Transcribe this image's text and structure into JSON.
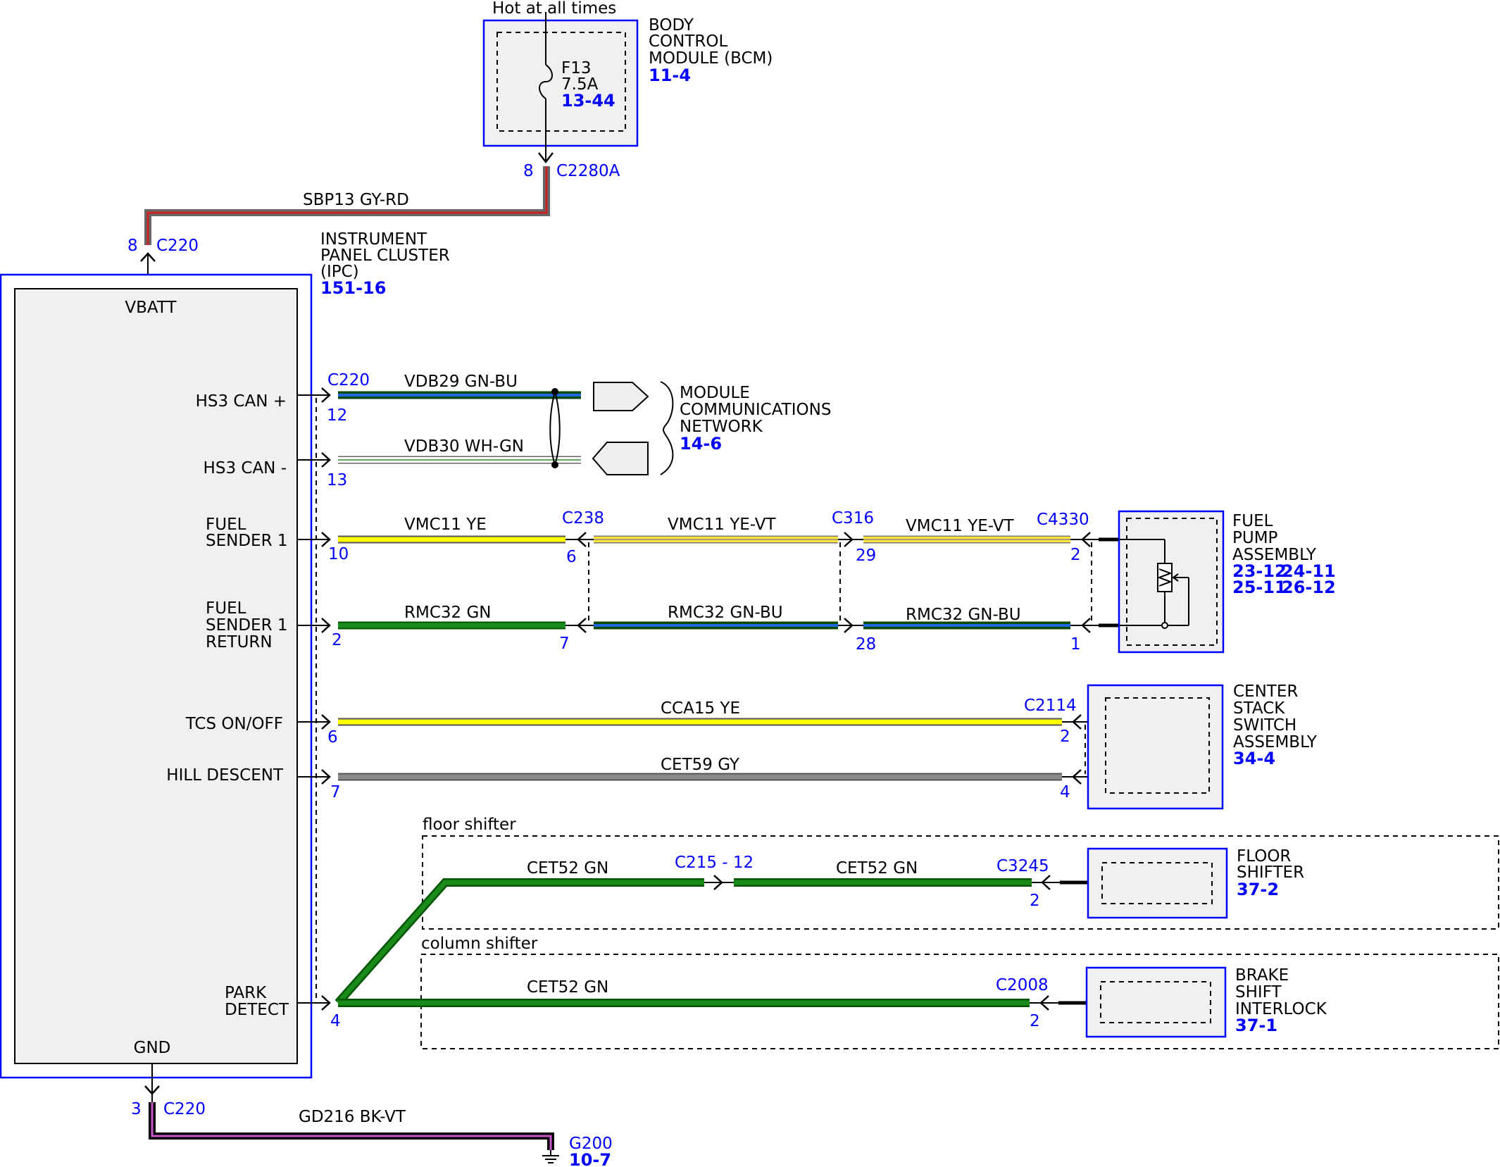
{
  "supply": {
    "hot_label": "Hot at all times",
    "fuse_name": "F13",
    "fuse_rating": "7.5A",
    "fuse_ref": "13-44"
  },
  "bcm": {
    "line1": "BODY",
    "line2": "CONTROL",
    "line3": "MODULE (BCM)",
    "ref": "11-4",
    "pin": "8",
    "connector": "C2280A"
  },
  "wire_sbp13": {
    "label": "SBP13   GY-RD"
  },
  "ipc_conn_top": {
    "pin": "8",
    "connector": "C220"
  },
  "ipc": {
    "line1": "INSTRUMENT",
    "line2": "PANEL CLUSTER",
    "line3": "(IPC)",
    "ref": "151-16",
    "vbatt": "VBATT",
    "gnd": "GND",
    "hs3p": "HS3 CAN +",
    "hs3m": "HS3 CAN -",
    "fs_1": "FUEL",
    "fs_2": "SENDER 1",
    "fsr_1": "FUEL",
    "fsr_2": "SENDER 1",
    "fsr_3": "RETURN",
    "tcs": "TCS ON/OFF",
    "hill": "HILL DESCENT",
    "park_1": "PARK",
    "park_2": "DETECT",
    "conn": "C220",
    "pin_hs3p": "12",
    "pin_hs3m": "13",
    "pin_fs": "10",
    "pin_fsr": "2",
    "pin_tcs": "6",
    "pin_hill": "7",
    "pin_park": "4"
  },
  "wire_vdb29": {
    "label": "VDB29   GN-BU"
  },
  "wire_vdb30": {
    "label": "VDB30   WH-GN"
  },
  "mcn": {
    "line1": "MODULE",
    "line2": "COMMUNICATIONS",
    "line3": "NETWORK",
    "ref": "14-6"
  },
  "wire_vmc11_a": {
    "label": "VMC11   YE"
  },
  "wire_vmc11_b": {
    "label": "VMC11  YE-VT"
  },
  "wire_vmc11_c": {
    "label": "VMC11  YE-VT"
  },
  "wire_rmc32_a": {
    "label": "RMC32   GN"
  },
  "wire_rmc32_b": {
    "label": "RMC32  GN-BU"
  },
  "wire_rmc32_c": {
    "label": "RMC32  GN-BU"
  },
  "c238": {
    "name": "C238",
    "pin_top": "6",
    "pin_bot": "7"
  },
  "c316": {
    "name": "C316",
    "pin_top": "29",
    "pin_bot": "28"
  },
  "c4330": {
    "name": "C4330",
    "pin_top": "2",
    "pin_bot": "1"
  },
  "fuel_pump": {
    "line1": "FUEL",
    "line2": "PUMP",
    "line3": "ASSEMBLY",
    "ref1": "23-12",
    "ref2": "24-11",
    "ref3": "25-11",
    "ref4": "26-12"
  },
  "wire_cca15": {
    "label": "CCA15    YE"
  },
  "wire_cet59": {
    "label": "CET59    GY"
  },
  "c2114": {
    "name": "C2114",
    "pin_top": "2",
    "pin_bot": "4"
  },
  "css": {
    "line1": "CENTER",
    "line2": "STACK",
    "line3": "SWITCH",
    "line4": "ASSEMBLY",
    "ref": "34-4"
  },
  "floor_group": {
    "label": "floor shifter"
  },
  "wire_cet52_fa": {
    "label": "CET52    GN"
  },
  "wire_cet52_fb": {
    "label": "CET52    GN"
  },
  "c215": {
    "name": "C215 - 12"
  },
  "c3245": {
    "name": "C3245",
    "pin": "2"
  },
  "floor_shifter": {
    "line1": "FLOOR",
    "line2": "SHIFTER",
    "ref": "37-2"
  },
  "column_group": {
    "label": "column shifter"
  },
  "wire_cet52_c": {
    "label": "CET52    GN"
  },
  "c2008": {
    "name": "C2008",
    "pin": "2"
  },
  "bsi": {
    "line1": "BRAKE",
    "line2": "SHIFT",
    "line3": "INTERLOCK",
    "ref": "37-1"
  },
  "gnd_conn": {
    "pin": "3",
    "connector": "C220"
  },
  "wire_gd216": {
    "label": "GD216    BK-VT"
  },
  "ground": {
    "name": "G200",
    "ref": "10-7"
  }
}
